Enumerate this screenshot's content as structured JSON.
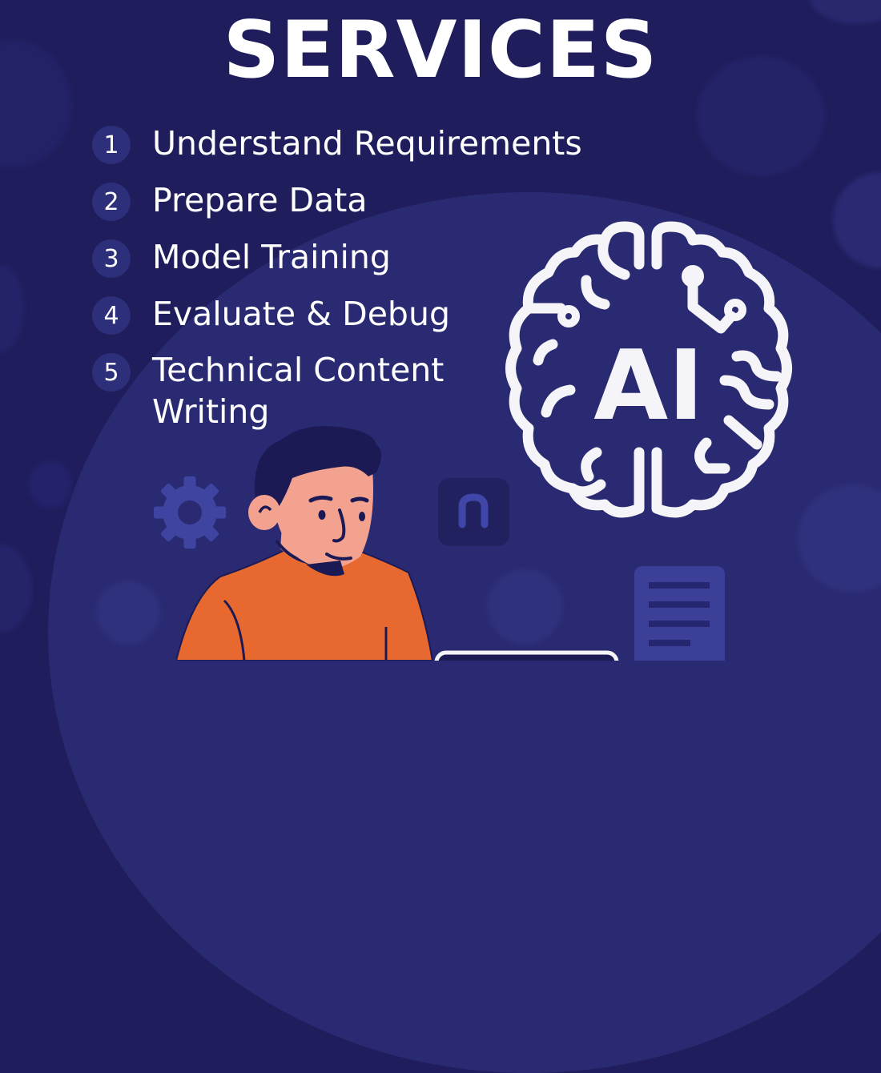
{
  "title": "SERVICES",
  "steps": [
    {
      "number": "1",
      "label": "Understand Requirements"
    },
    {
      "number": "2",
      "label": "Prepare Data"
    },
    {
      "number": "3",
      "label": "Model Training"
    },
    {
      "number": "4",
      "label": "Evaluate & Debug"
    },
    {
      "number": "5",
      "label": "Technical Content Writing"
    }
  ],
  "brain_icon": {
    "text": "AI"
  },
  "colors": {
    "background": "#1f1d5c",
    "blob": "#2a2a72",
    "accent_soft": "#3c3f98",
    "shirt": "#e8692f",
    "skin": "#f2a28e",
    "hair": "#1c1a55",
    "white": "#ffffff"
  },
  "icons": [
    "gear-icon",
    "arch-app-icon",
    "document-icon",
    "brain-ai-icon"
  ]
}
